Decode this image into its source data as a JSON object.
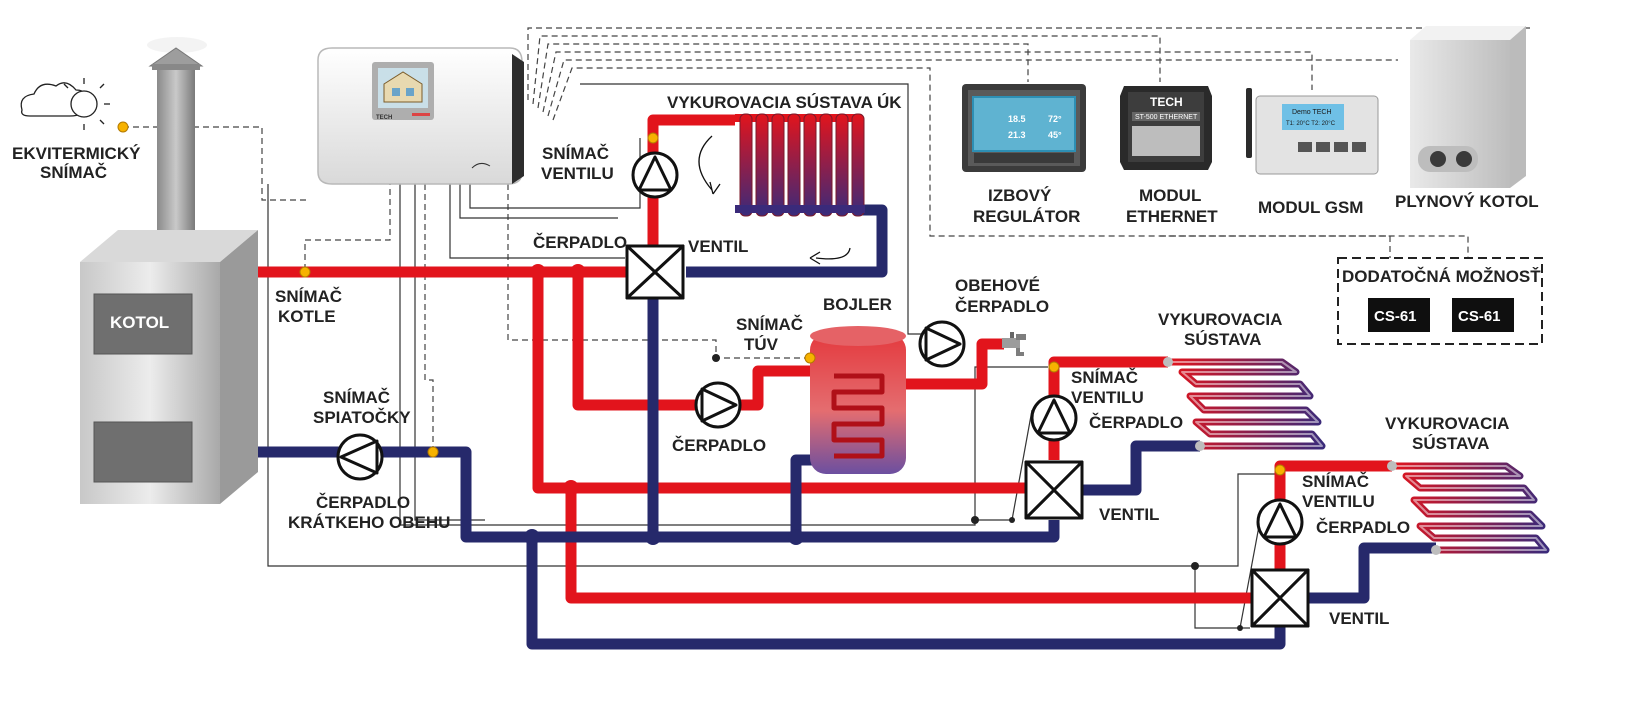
{
  "labels": {
    "outdoor_sensor": [
      "EKVITERMICKÝ",
      "SNÍMAČ"
    ],
    "boiler": "KOTOL",
    "boiler_sensor": [
      "SNÍMAČ",
      "KOTLE"
    ],
    "return_sensor": [
      "SNÍMAČ",
      "SPIATOČKY"
    ],
    "short_circuit_pump": [
      "ČERPADLO",
      "KRÁTKEHO OBEHU"
    ],
    "ch_system_title": "VYKUROVACIA SÚSTAVA ÚK",
    "valve_sensor_top": [
      "SNÍMAČ",
      "VENTILU"
    ],
    "pump_top": "ČERPADLO",
    "valve_top": "VENTIL",
    "bojler": "BOJLER",
    "dhw_sensor": [
      "SNÍMAČ",
      "TÚV"
    ],
    "circulation_pump": [
      "OBEHOVÉ",
      "ČERPADLO"
    ],
    "dhw_pump": "ČERPADLO",
    "floor_system_1": [
      "VYKUROVACIA",
      "SÚSTAVA"
    ],
    "valve_sensor_1": [
      "SNÍMAČ",
      "VENTILU"
    ],
    "pump_1": "ČERPADLO",
    "valve_1": "VENTIL",
    "floor_system_2": [
      "VYKUROVACIA",
      "SÚSTAVA"
    ],
    "valve_sensor_2": [
      "SNÍMAČ",
      "VENTILU"
    ],
    "pump_2": "ČERPADLO",
    "valve_2": "VENTIL"
  },
  "devices": {
    "room_regulator": [
      "IZBOVÝ",
      "REGULÁTOR"
    ],
    "ethernet_module": [
      "MODUL",
      "ETHERNET"
    ],
    "gsm_module": "MODUL GSM",
    "gas_boiler": "PLYNOVÝ KOTOL"
  },
  "extra_option": {
    "title": "DODATOČNÁ MOŽNOSŤ",
    "modules": [
      "CS-61",
      "CS-61"
    ]
  },
  "device_text": {
    "controller_brand": "TECH",
    "ethernet_brand": "TECH",
    "ethernet_model": "ST-500 ETHERNET",
    "gsm_display": [
      "Demo TECH",
      "T1: 20°C  T2: 20°C"
    ],
    "room_values": [
      "18.5",
      "21.3",
      "72°",
      "45°"
    ]
  },
  "colors": {
    "supply": "#e2141c",
    "return": "#26296b",
    "sensor": "#f7b200"
  }
}
